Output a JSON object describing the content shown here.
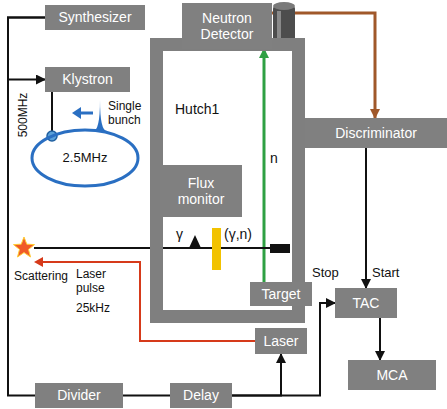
{
  "diagram": {
    "nodes": [
      {
        "text": [
          "Synthesizer"
        ]
      },
      {
        "text": [
          "Neutron Detector"
        ]
      },
      {
        "text": [
          "Klystron"
        ]
      },
      {
        "text": [
          "Hutch1"
        ]
      },
      {
        "text": [
          "Flux monitor"
        ],
        "in": 3
      },
      {
        "text": [
          "Discriminator"
        ]
      },
      {
        "text": [
          "2.5MHz"
        ]
      },
      {
        "text": [
          "Target"
        ]
      },
      {
        "text": [
          "TAC"
        ]
      },
      {
        "text": [
          "Laser"
        ]
      },
      {
        "text": [
          "MCA"
        ]
      },
      {
        "text": [
          "Divider"
        ]
      },
      {
        "text": [
          "Delay"
        ]
      }
    ],
    "edges": [
      {
        "from": 0,
        "to": 2,
        "arrow": "to"
      },
      {
        "from": 0,
        "to": 11,
        "arrow": "none"
      },
      {
        "from": 2,
        "to": 6,
        "arrow": "none"
      },
      {
        "from": 1,
        "to": 5,
        "arrow": "to"
      },
      {
        "from": 7,
        "to": 1,
        "arrow": "to"
      },
      {
        "from": 5,
        "to": 8,
        "arrow": "to"
      },
      {
        "from": 11,
        "to": 12,
        "arrow": "none"
      },
      {
        "from": 12,
        "to": 9,
        "arrow": "to"
      },
      {
        "from": 12,
        "to": 8,
        "arrow": "to"
      },
      {
        "from": 8,
        "to": 10,
        "arrow": "to"
      }
    ],
    "labels": [
      "500MHz",
      "Single bunch",
      "Scattering",
      "Laser pulse",
      "25kHz",
      "γ",
      "(γ,n)",
      "n",
      "Stop",
      "Start"
    ]
  }
}
